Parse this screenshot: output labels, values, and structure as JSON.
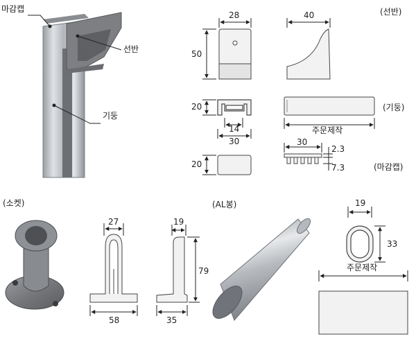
{
  "sections": {
    "shelf": "(선반)",
    "column": "(기둥)",
    "end_cap": "(마감캡)",
    "socket": "(소켓)",
    "al_rod": "(AL봉)"
  },
  "photo_callouts": {
    "end_cap": "마감캡",
    "shelf": "선반",
    "column": "기둥"
  },
  "dimensions": {
    "shelf_front_width": "28",
    "shelf_height": "50",
    "shelf_side_width": "40",
    "column_height": "20",
    "column_inner_width": "14",
    "column_outer_width": "30",
    "column_length": "주문제작",
    "cap_height": "20",
    "cap_width": "30",
    "cap_top_thickness": "2.3",
    "cap_depth": "7.3",
    "socket_inner_width": "27",
    "socket_base_width": "58",
    "socket_side_top": "19",
    "socket_height": "79",
    "socket_side_base": "35",
    "rod_width": "19",
    "rod_height": "33",
    "rod_length": "주문제작"
  },
  "colors": {
    "line": "#444444",
    "aluminum": "#b9bdc1",
    "dark_plastic": "#7d7f82"
  }
}
